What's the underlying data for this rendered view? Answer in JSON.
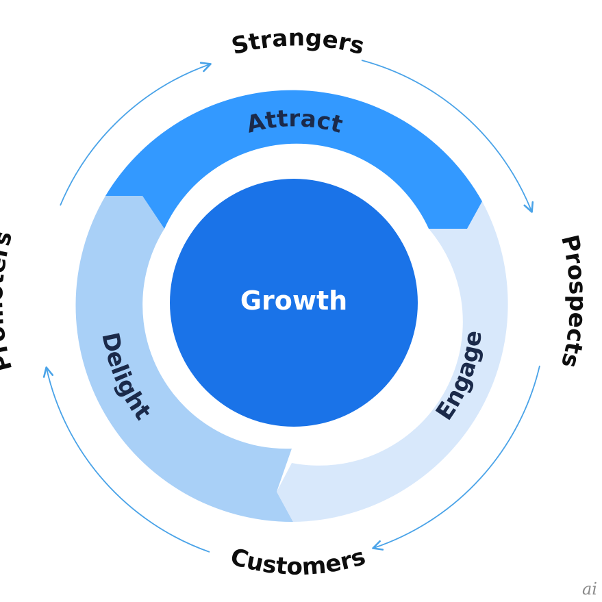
{
  "center": {
    "label": "Growth"
  },
  "stages": {
    "attract": "Attract",
    "engage": "Engage",
    "delight": "Delight"
  },
  "cycle": {
    "strangers": "Strangers",
    "prospects": "Prospects",
    "customers": "Customers",
    "promoters": "Promoters"
  },
  "watermark": "ai",
  "colors": {
    "growth": "#1a73e8",
    "attract": "#3399ff",
    "engage": "#d8e8fb",
    "delight": "#a9d0f7",
    "text_dark": "#1b2a4a",
    "text_light": "#ffffff",
    "arrow": "#4aa3e8"
  }
}
